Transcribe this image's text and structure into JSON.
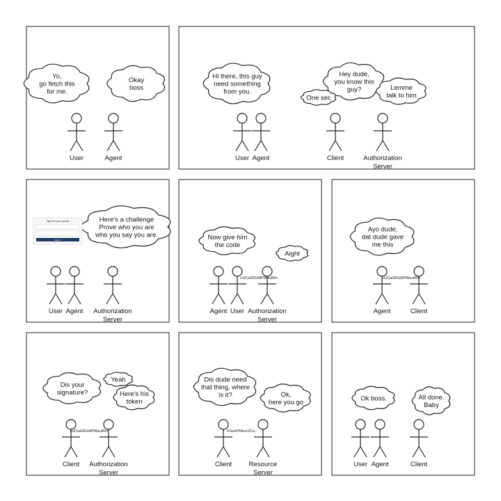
{
  "panels": [
    {
      "bubbles": [
        {
          "lines": [
            "Yo,",
            "go fetch this",
            "for me."
          ]
        },
        {
          "lines": [
            "Okay",
            "boss"
          ]
        }
      ],
      "figures": [
        {
          "label": [
            "User"
          ]
        },
        {
          "label": [
            "Agent"
          ]
        }
      ]
    },
    {
      "bubbles": [
        {
          "lines": [
            "Hi there, this guy",
            "need something",
            "from you."
          ]
        },
        {
          "lines": [
            "Hey dude,",
            "you know this",
            "guy?"
          ]
        },
        {
          "lines": [
            "One sec"
          ]
        },
        {
          "lines": [
            "Lemme",
            "talk to him"
          ]
        }
      ],
      "figures": [
        {
          "label": [
            "User"
          ]
        },
        {
          "label": [
            "Agent"
          ]
        },
        {
          "label": [
            "Client"
          ]
        },
        {
          "label": [
            "Authorization",
            "Server"
          ]
        }
      ]
    },
    {
      "bubbles": [
        {
          "lines": [
            "Here's a challenge",
            "Prove who you are",
            "who you say you are."
          ]
        }
      ],
      "figures": [
        {
          "label": [
            "User"
          ]
        },
        {
          "label": [
            "Agent"
          ]
        },
        {
          "label": [
            "Authorization",
            "Server"
          ]
        }
      ],
      "login_form": {
        "heading": "Sign in to your account",
        "button": "Sign in"
      }
    },
    {
      "bubbles": [
        {
          "lines": [
            "Now give him",
            "the code"
          ]
        },
        {
          "lines": [
            "Aight"
          ]
        }
      ],
      "figures": [
        {
          "label": [
            "Agent"
          ]
        },
        {
          "label": [
            "User"
          ]
        },
        {
          "label": [
            "Authorization",
            "Server"
          ]
        }
      ],
      "code": "cx2CaGRSd3PWacdRm"
    },
    {
      "bubbles": [
        {
          "lines": [
            "Ayo dude,",
            "dat dude gave",
            "me this"
          ]
        }
      ],
      "figures": [
        {
          "label": [
            "Agent"
          ]
        },
        {
          "label": [
            "Client"
          ]
        }
      ],
      "code": "cx2CaGRSd3PWacdRm"
    },
    {
      "bubbles": [
        {
          "lines": [
            "Dis your",
            "signature?"
          ]
        },
        {
          "lines": [
            "Yeah"
          ]
        },
        {
          "lines": [
            "Here's his",
            "token"
          ]
        }
      ],
      "figures": [
        {
          "label": [
            "Client"
          ]
        },
        {
          "label": [
            "Authorization",
            "Server"
          ]
        }
      ],
      "code": "cx2CaGRSd3PWacdRm"
    },
    {
      "bubbles": [
        {
          "lines": [
            "Dis dude need",
            "that thing, where",
            "is it?"
          ]
        },
        {
          "lines": [
            "Ok,",
            "here you go"
          ]
        }
      ],
      "figures": [
        {
          "label": [
            "Client"
          ]
        },
        {
          "label": [
            "Resource",
            "Server"
          ]
        }
      ],
      "code": "FGaoFHAocc2Ca..."
    },
    {
      "bubbles": [
        {
          "lines": [
            "Ok boss."
          ]
        },
        {
          "lines": [
            "All done.",
            "Baby"
          ]
        }
      ],
      "figures": [
        {
          "label": [
            "User"
          ]
        },
        {
          "label": [
            "Agent"
          ]
        },
        {
          "label": [
            "Client"
          ]
        }
      ]
    }
  ],
  "colors": {
    "ink": "#222222",
    "button": "#1f3b63"
  }
}
